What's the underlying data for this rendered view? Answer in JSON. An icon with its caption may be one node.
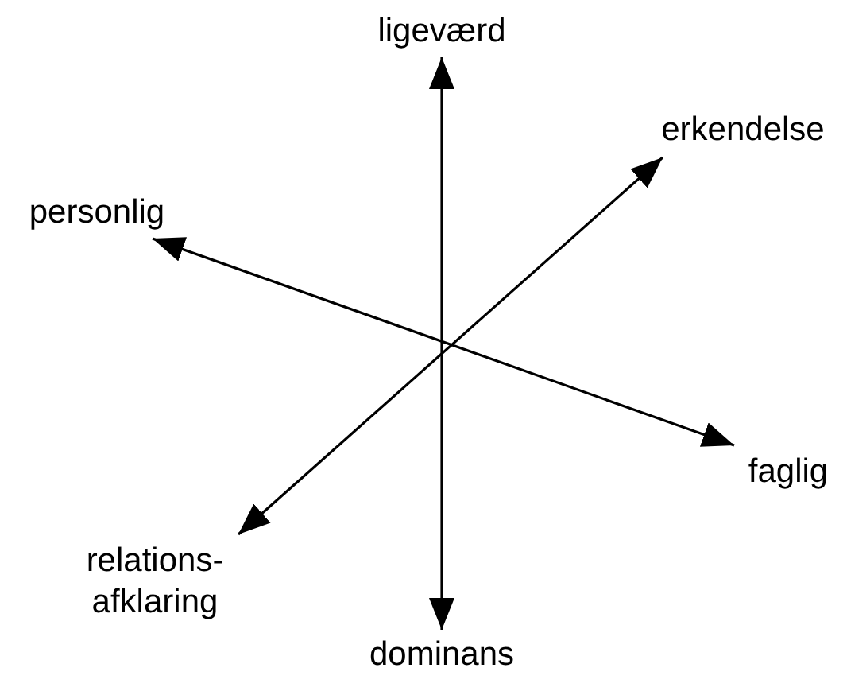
{
  "diagram": {
    "nodes": [
      {
        "text": [
          "ligeværd"
        ]
      },
      {
        "text": [
          "erkendelse"
        ]
      },
      {
        "text": [
          "personlig"
        ]
      },
      {
        "text": [
          "faglig"
        ]
      },
      {
        "text": [
          "relations- afklaring"
        ]
      },
      {
        "text": [
          "dominans"
        ]
      }
    ],
    "edges": [
      {
        "from": 0,
        "to": 5,
        "arrow": "both"
      },
      {
        "from": 1,
        "to": 4,
        "arrow": "both"
      },
      {
        "from": 2,
        "to": 3,
        "arrow": "both"
      }
    ]
  }
}
